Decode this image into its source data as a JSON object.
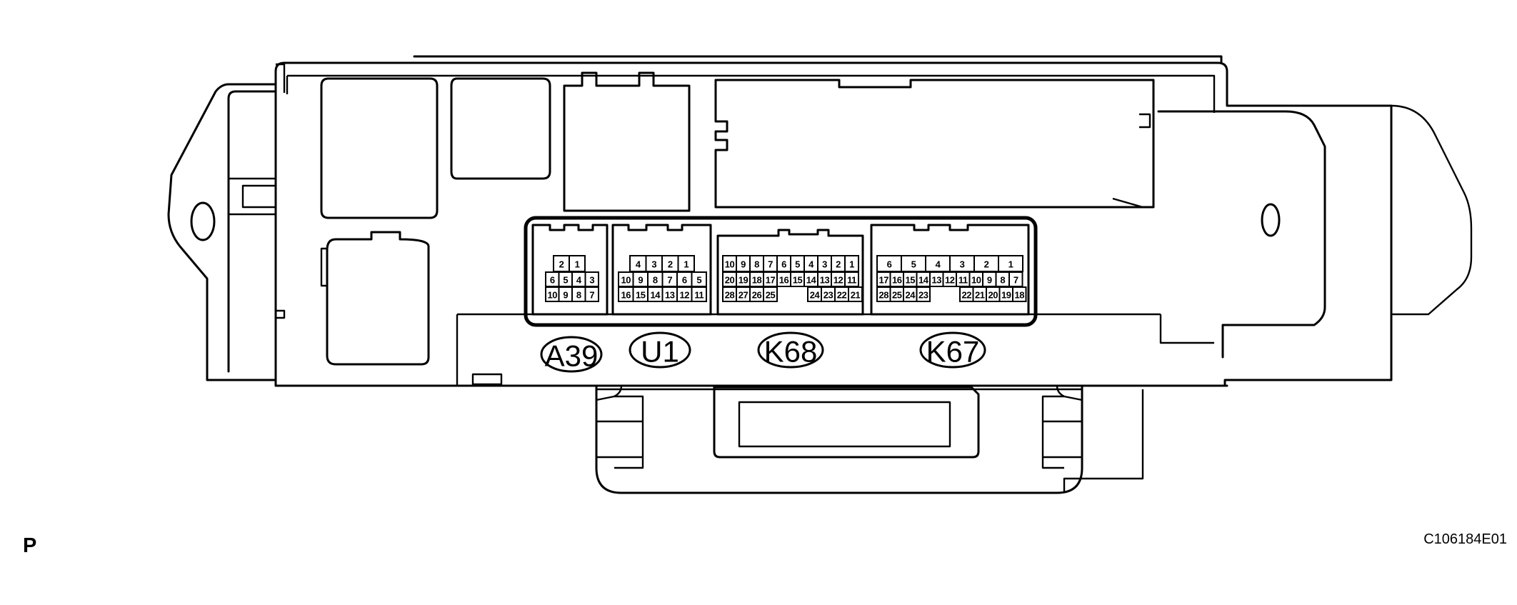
{
  "view_letter": "P",
  "figure_code": "C106184E01",
  "connectors": [
    {
      "label": "A39",
      "rows": [
        [
          "2",
          "1"
        ],
        [
          "6",
          "5",
          "4",
          "3"
        ],
        [
          "10",
          "9",
          "8",
          "7"
        ]
      ]
    },
    {
      "label": "U1",
      "rows": [
        [
          "4",
          "3",
          "2",
          "1"
        ],
        [
          "10",
          "9",
          "8",
          "7",
          "6",
          "5"
        ],
        [
          "16",
          "15",
          "14",
          "13",
          "12",
          "11"
        ]
      ]
    },
    {
      "label": "K68",
      "rows": [
        [
          "10",
          "9",
          "8",
          "7",
          "6",
          "5",
          "4",
          "3",
          "2",
          "1"
        ],
        [
          "20",
          "19",
          "18",
          "17",
          "16",
          "15",
          "14",
          "13",
          "12",
          "11"
        ],
        [
          "28",
          "27",
          "26",
          "25",
          "24",
          "23",
          "22",
          "21"
        ]
      ]
    },
    {
      "label": "K67",
      "rows": [
        [
          "6",
          "5",
          "4",
          "3",
          "2",
          "1"
        ],
        [
          "17",
          "16",
          "15",
          "14",
          "13",
          "12",
          "11",
          "10",
          "9",
          "8",
          "7"
        ],
        [
          "28",
          "25",
          "24",
          "23",
          "22",
          "21",
          "20",
          "19",
          "18"
        ]
      ]
    }
  ]
}
